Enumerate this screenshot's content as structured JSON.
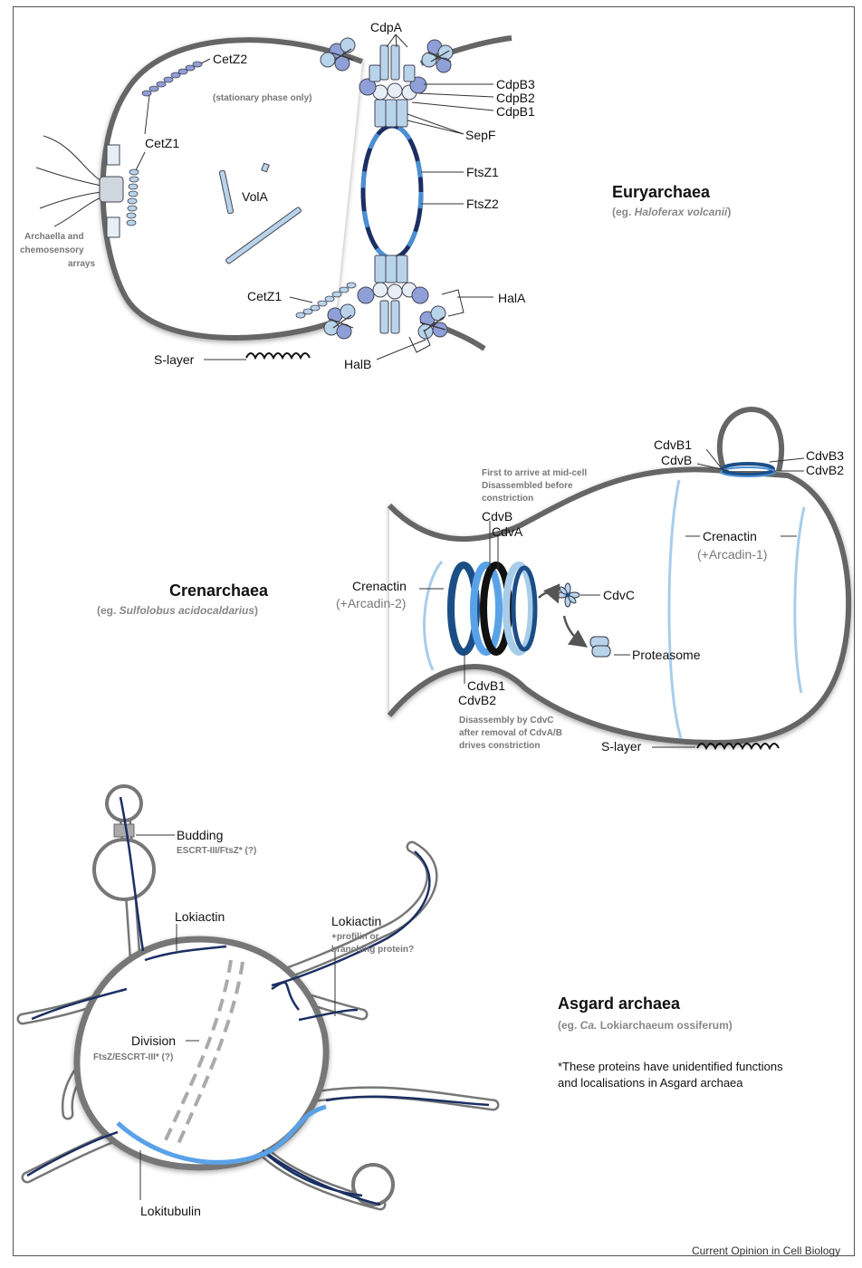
{
  "euryarchaea": {
    "title": "Euryarchaea",
    "subtitle_prefix": "(eg. ",
    "subtitle_species": "Haloferax volcanii",
    "subtitle_suffix": ")",
    "labels": {
      "cdpa": "CdpA",
      "cdpb3": "CdpB3",
      "cdpb2": "CdpB2",
      "cdpb1": "CdpB1",
      "sepf": "SepF",
      "ftsz1": "FtsZ1",
      "ftsz2": "FtsZ2",
      "cetz2": "CetZ2",
      "cetz2_note": "(stationary phase only)",
      "cetz1_top": "CetZ1",
      "cetz1_bottom": "CetZ1",
      "vola": "VolA",
      "archaella_1": "Archaella and",
      "archaella_2": "chemosensory",
      "archaella_3": "arrays",
      "hala": "HalA",
      "halb": "HalB",
      "slayer": "S-layer"
    }
  },
  "crenarchaea": {
    "title": "Crenarchaea",
    "subtitle_prefix": "(eg. ",
    "subtitle_species": "Sulfolobus acidocaldarius",
    "subtitle_suffix": ")",
    "labels": {
      "cdvb1_top": "CdvB1",
      "cdvb_top": "CdvB",
      "cdvb3": "CdvB3",
      "cdvb2_top": "CdvB2",
      "first_1": "First to arrive at mid-cell",
      "first_2": "Disassembled before",
      "first_3": "constriction",
      "cdvb_ring": "CdvB",
      "cdva_ring": "CdvA",
      "crenactin_left": "Crenactin",
      "arcadin2": "(+Arcadin-2)",
      "crenactin_right": "Crenactin",
      "arcadin1": "(+Arcadin-1)",
      "cdvc": "CdvC",
      "proteasome": "Proteasome",
      "cdvb1_ring": "CdvB1",
      "cdvb2_ring": "CdvB2",
      "disassembly_1": "Disassembly by CdvC",
      "disassembly_2": "after removal of CdvA/B",
      "disassembly_3": "drives constriction",
      "slayer": "S-layer"
    }
  },
  "asgard": {
    "title": "Asgard archaea",
    "subtitle_prefix": "(eg. ",
    "subtitle_species": "Ca.",
    "subtitle_suffix": " Lokiarchaeum ossiferum)",
    "note_1": "*These proteins have unidentified functions",
    "note_2": "and localisations in Asgard archaea",
    "labels": {
      "budding": "Budding",
      "budding_sub": "ESCRT-III/FtsZ* (?)",
      "lokiactin_left": "Lokiactin",
      "lokiactin_right": "Lokiactin",
      "profilin_1": "+profilin or",
      "profilin_2": "branching protein?",
      "division": "Division",
      "division_sub": "FtsZ/ESCRT-III* (?)",
      "lokitubulin": "Lokitubulin"
    }
  },
  "credit": "Current Opinion in Cell Biology",
  "colors": {
    "membrane": "#555555",
    "protein_light": "#b9d4ea",
    "protein_mid": "#8f9fd8",
    "ftsz_dark": "#1b2f63",
    "ftsz_light": "#4a8fd4",
    "crenactin": "#a8cdea",
    "ring_dark": "#1c4e86",
    "tubulin": "#5aa2e8"
  },
  "icons": [
    "cdvc-flower-icon",
    "proteasome-icon",
    "arrow-icon"
  ]
}
